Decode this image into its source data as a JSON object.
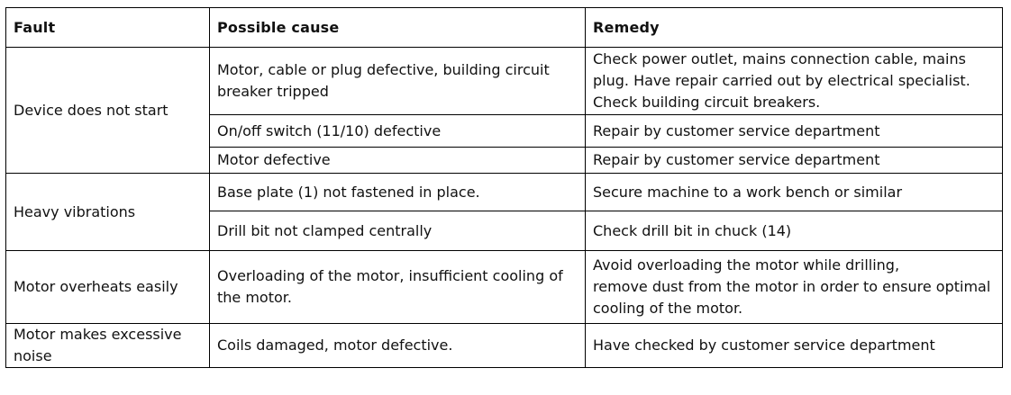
{
  "table": {
    "headers": {
      "fault": "Fault",
      "cause": "Possible cause",
      "remedy": "Remedy"
    },
    "groups": [
      {
        "fault": "Device does not start",
        "rows": [
          {
            "cause": "Motor, cable or plug defective, building circuit breaker tripped",
            "remedy": "Check power outlet, mains connection cable, mains plug. Have repair carried out by electrical specialist. Check building circuit breakers."
          },
          {
            "cause": "On/off switch (11/10) defective",
            "remedy": "Repair by customer service department"
          },
          {
            "cause": "Motor defective",
            "remedy": "Repair by customer service department"
          }
        ]
      },
      {
        "fault": "Heavy vibrations",
        "rows": [
          {
            "cause": "Base plate (1) not fastened in place.",
            "remedy": "Secure machine to a work bench or similar"
          },
          {
            "cause": "Drill bit not clamped centrally",
            "remedy": "Check drill bit in chuck (14)"
          }
        ]
      },
      {
        "fault": "Motor overheats easily",
        "rows": [
          {
            "cause": "Overloading of the motor, insufficient cooling of the motor.",
            "remedy": "Avoid overloading the motor while drilling,\nremove dust from the motor in order to ensure optimal cooling of the motor."
          }
        ]
      },
      {
        "fault": "Motor makes excessive noise",
        "rows": [
          {
            "cause": "Coils damaged, motor defective.",
            "remedy": "Have checked by customer service department"
          }
        ]
      }
    ]
  }
}
